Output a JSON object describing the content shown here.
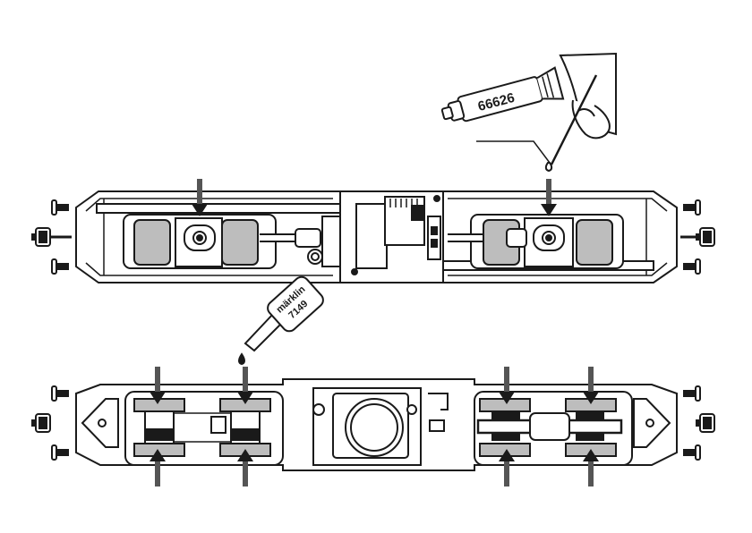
{
  "labels": {
    "grease_tube_number": "66626",
    "oil_brand": "märklin",
    "oil_number": "7149"
  },
  "colors": {
    "line": "#1a1a1a",
    "fill": "#ffffff",
    "shade": "#bdbdbd",
    "dark": "#7a7a7a"
  }
}
